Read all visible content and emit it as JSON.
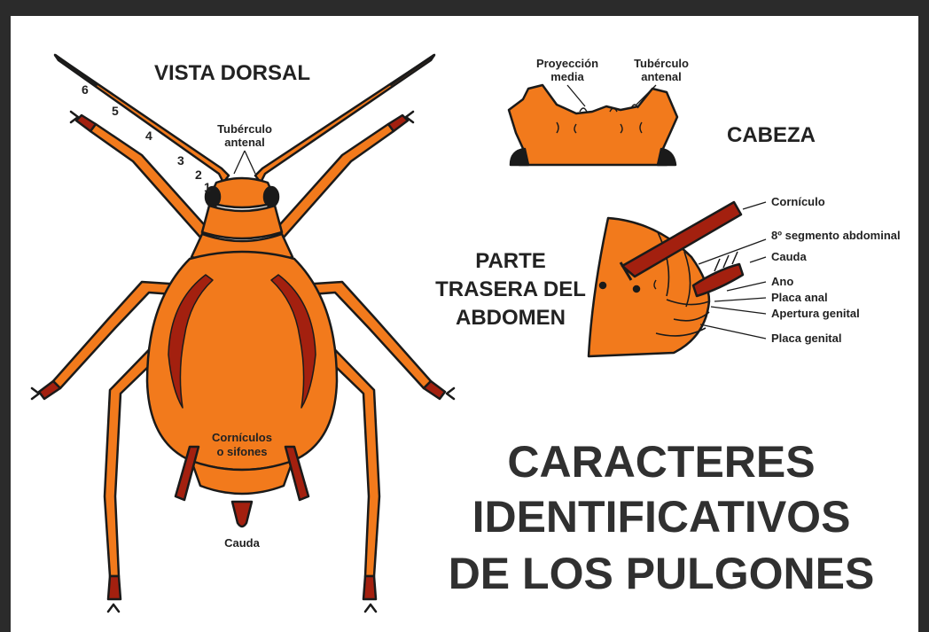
{
  "colors": {
    "body_orange": "#f27a1c",
    "dark_red": "#a3200f",
    "outline": "#1a1a1a",
    "frame": "#2b2b2b"
  },
  "dorsal_view": {
    "title": "VISTA DORSAL",
    "antenna_segments": [
      "6",
      "5",
      "4",
      "3",
      "2",
      "1"
    ],
    "tuberculo_antenal_line1": "Tubérculo",
    "tuberculo_antenal_line2": "antenal",
    "corniculos_line1": "Cornículos",
    "corniculos_line2": "o sifones",
    "cauda": "Cauda"
  },
  "head": {
    "title": "CABEZA",
    "proyeccion_line1": "Proyección",
    "proyeccion_line2": "media",
    "tuberculo_line1": "Tubérculo",
    "tuberculo_line2": "antenal"
  },
  "rear_abdomen": {
    "title_line1": "PARTE",
    "title_line2": "TRASERA DEL",
    "title_line3": "ABDOMEN",
    "labels": [
      "Cornículo",
      "8º segmento abdominal",
      "Cauda",
      "Ano",
      "Placa anal",
      "Apertura genital",
      "Placa genital"
    ]
  },
  "main_title": {
    "line1": "CARACTERES",
    "line2": "IDENTIFICATIVOS",
    "line3": "DE LOS PULGONES"
  }
}
